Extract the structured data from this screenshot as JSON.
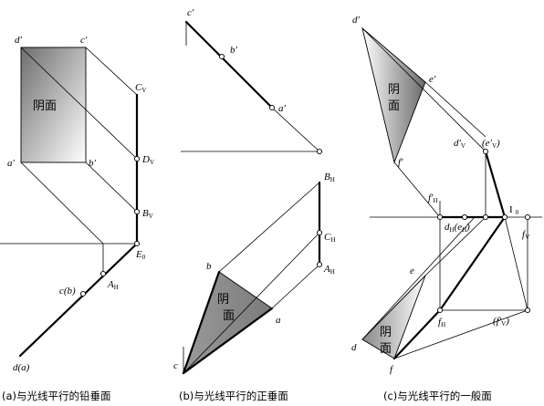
{
  "panel_a": {
    "face_label": "阴面",
    "labels": {
      "d_prime": "d′",
      "c_prime": "c′",
      "a_prime": "a′",
      "b_prime": "b′",
      "C_V": "C",
      "C_V_sub": "V",
      "D_V": "D",
      "D_V_sub": "V",
      "B_V": "B",
      "B_V_sub": "V",
      "E_0": "E",
      "E_0_sub": "0",
      "A_H": "A",
      "A_H_sub": "H",
      "c_b": "c(b)",
      "d_a": "d(a)"
    },
    "caption": "(a)与光线平行的铅垂面"
  },
  "panel_b": {
    "face_label_1": "阴",
    "face_label_2": "面",
    "labels": {
      "c_prime": "c′",
      "b_prime": "b′",
      "a_prime": "a′",
      "B_H": "B",
      "B_H_sub": "H",
      "C_H": "C",
      "C_H_sub": "H",
      "A_H": "A",
      "A_H_sub": "H",
      "b": "b",
      "a": "a",
      "c": "c"
    },
    "caption": "(b)与光线平行的正垂面"
  },
  "panel_c": {
    "face_label_top_1": "阴",
    "face_label_top_2": "面",
    "face_label_bot_1": "阴",
    "face_label_bot_2": "面",
    "labels": {
      "d_prime": "d′",
      "e_prime": "e′",
      "f_prime": "f′",
      "dV": "d′",
      "dV_sub": "V",
      "eV": "(e′",
      "eV_sub": "V",
      "eV_close": ")",
      "fH": "f′",
      "fH_sub": "H",
      "dH_eH": "d",
      "dH_sub": "H",
      "eH_part": "(e",
      "eH_sub": "H",
      "eH_close": ")",
      "I0": "I",
      "I0_sub": "0",
      "fV": "f",
      "fV_sub": "V",
      "e": "e",
      "fH2": "f",
      "fH2_sub": "H",
      "fV_paren": "(f′",
      "fV_paren_sub": "V",
      "fV_paren_close": ")",
      "d": "d",
      "f": "f"
    },
    "caption": "(c)与光线平行的一般面"
  },
  "colors": {
    "line": "#000000",
    "shade_dark": "#707070",
    "shade_light": "#ffffff"
  }
}
